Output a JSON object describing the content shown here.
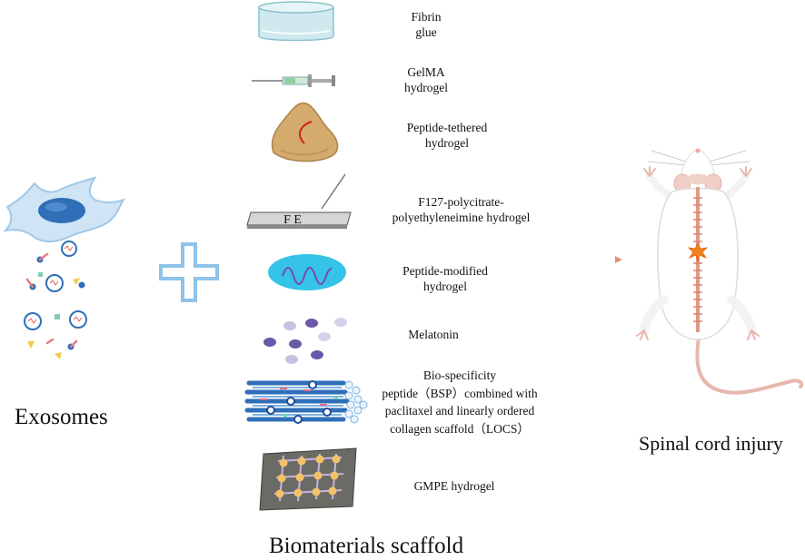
{
  "source": {
    "label": "Exosomes",
    "icon": "cell-with-vesicles-icon"
  },
  "operator": {
    "icon": "plus-icon",
    "color": "#8fc3e8"
  },
  "materials": [
    {
      "id": "fibrin-glue",
      "icon": "petri-dish-icon",
      "lines": [
        "Fibrin",
        "glue"
      ]
    },
    {
      "id": "gelma-hydrogel",
      "icon": "syringe-icon",
      "lines": [
        "GelMA",
        "hydrogel"
      ]
    },
    {
      "id": "peptide-tethered-hydrogel",
      "icon": "hydrogel-mound-icon",
      "lines": [
        "Peptide-tethered",
        "hydrogel"
      ]
    },
    {
      "id": "f127-hydrogel",
      "icon": "hydrogel-slide-icon",
      "lines": [
        "F127-polycitrate-",
        "polyethyleneimine hydrogel"
      ],
      "slide_letters": "F  E"
    },
    {
      "id": "peptide-modified-hydrogel",
      "icon": "peptide-ellipse-icon",
      "lines": [
        "Peptide-modified",
        "hydrogel"
      ]
    },
    {
      "id": "melatonin",
      "icon": "melatonin-particles-icon",
      "lines": [
        "Melatonin"
      ]
    },
    {
      "id": "bsp-locs",
      "icon": "collagen-fiber-bundle-icon",
      "lines": [
        "Bio-specificity",
        "peptide（BSP）combined with",
        "paclitaxel and linearly ordered",
        "collagen scaffold（LOCS）"
      ]
    },
    {
      "id": "gmpe-hydrogel",
      "icon": "gmpe-network-icon",
      "lines": [
        "GMPE hydrogel"
      ]
    }
  ],
  "scaffold_label": "Biomaterials scaffold",
  "arrow": {
    "icon": "arrow-right-icon",
    "color": "#e88c7a"
  },
  "target": {
    "label": "Spinal cord injury",
    "icon": "rat-spinal-cord-injury-icon"
  }
}
